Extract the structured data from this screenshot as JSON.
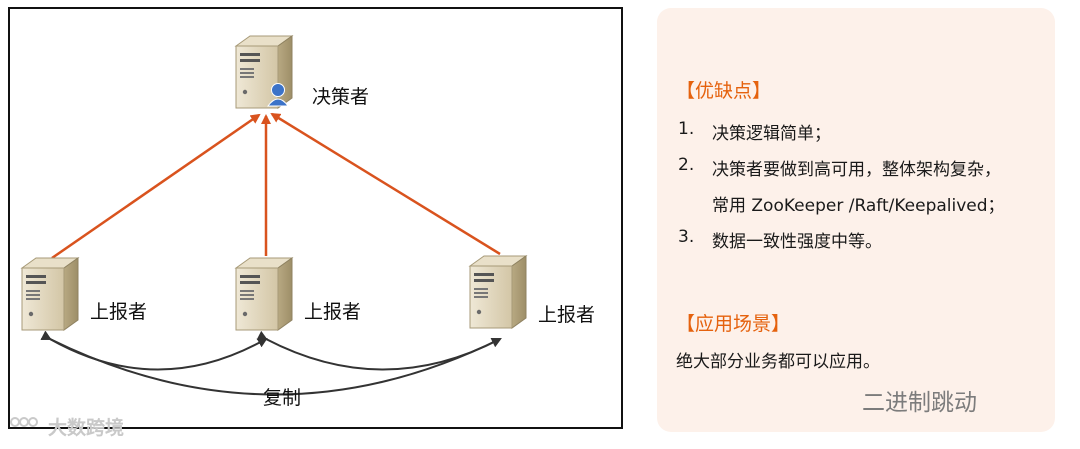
{
  "diagram": {
    "decider_label": "决策者",
    "reporter_labels": [
      "上报者",
      "上报者",
      "上报者"
    ],
    "replication_label": "复制",
    "colors": {
      "report_arrow": "#d9531e",
      "replication_arrow": "#333333",
      "server_body": "#d8cdb2"
    }
  },
  "panel": {
    "pros_cons_title": "【优缺点】",
    "pros_cons_items": [
      {
        "num": "1.",
        "text": "决策逻辑简单；"
      },
      {
        "num": "2.",
        "text": "决策者要做到高可用，整体架构复杂，"
      },
      {
        "num": "",
        "text": "常用 ZooKeeper /Raft/Keepalived；"
      },
      {
        "num": "3.",
        "text": "数据一致性强度中等。"
      }
    ],
    "scenario_title": "【应用场景】",
    "scenario_text": "绝大部分业务都可以应用。",
    "colors": {
      "accent": "#e5620e",
      "background": "#fdf1ea"
    }
  },
  "watermarks": {
    "left": "大数跨境",
    "right": "二进制跳动",
    "right_icon": "wechat-icon"
  }
}
